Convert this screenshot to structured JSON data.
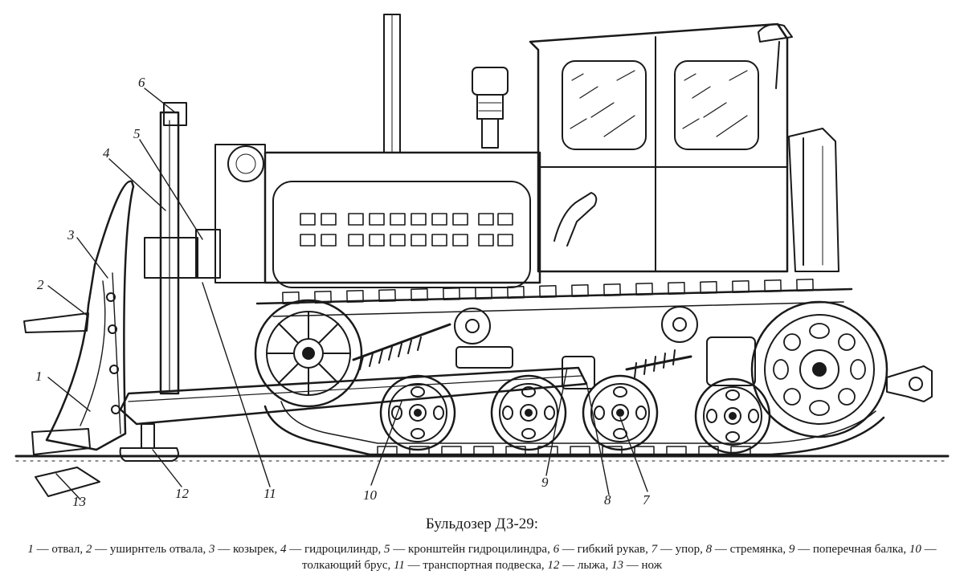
{
  "figure": {
    "title": "Бульдозер ДЗ-29:",
    "legend": [
      {
        "num": "1",
        "label": "отвал"
      },
      {
        "num": "2",
        "label": "уширнтель отвала"
      },
      {
        "num": "3",
        "label": "козырек"
      },
      {
        "num": "4",
        "label": "гидроцилиндр"
      },
      {
        "num": "5",
        "label": "кронштейн гидроцилиндра"
      },
      {
        "num": "6",
        "label": "гибкий рукав"
      },
      {
        "num": "7",
        "label": "упор"
      },
      {
        "num": "8",
        "label": "стремянка"
      },
      {
        "num": "9",
        "label": "поперечная балка"
      },
      {
        "num": "10",
        "label": "толкающий брус"
      },
      {
        "num": "11",
        "label": "транспортная подвеска"
      },
      {
        "num": "12",
        "label": "лыжа"
      },
      {
        "num": "13",
        "label": "нож"
      }
    ],
    "callouts": [
      {
        "num": "1",
        "text": "1"
      },
      {
        "num": "2",
        "text": "2"
      },
      {
        "num": "3",
        "text": "3"
      },
      {
        "num": "4",
        "text": "4"
      },
      {
        "num": "5",
        "text": "5"
      },
      {
        "num": "6",
        "text": "6"
      },
      {
        "num": "7",
        "text": "7"
      },
      {
        "num": "8",
        "text": "8"
      },
      {
        "num": "9",
        "text": "9"
      },
      {
        "num": "10",
        "text": "10"
      },
      {
        "num": "11",
        "text": "11"
      },
      {
        "num": "12",
        "text": "12"
      },
      {
        "num": "13",
        "text": "13"
      }
    ],
    "ink_color": "#1a1a1a",
    "paper_color": "#ffffff"
  }
}
